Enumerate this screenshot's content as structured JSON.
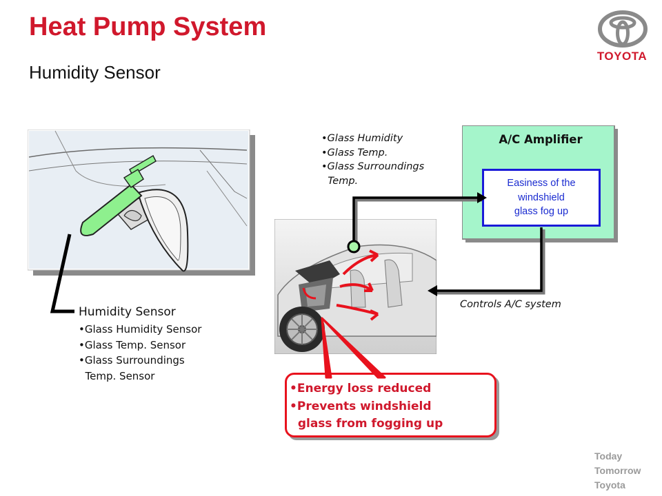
{
  "header": {
    "title": "Heat Pump System",
    "subtitle": "Humidity Sensor",
    "brand": "TOYOTA",
    "logo_icon": "toyota-emblem-icon"
  },
  "footer": {
    "tagline": [
      "Today",
      "Tomorrow",
      "Toyota"
    ]
  },
  "sensor_panel": {
    "caption": "Humidity Sensor",
    "items": [
      "•Glass Humidity Sensor",
      "•Glass Temp. Sensor",
      "•Glass Surroundings",
      "  Temp. Sensor"
    ]
  },
  "glass_inputs": {
    "items": [
      "•Glass Humidity",
      "•Glass Temp.",
      "•Glass Surroundings",
      "  Temp."
    ]
  },
  "amplifier": {
    "title": "A/C Amplifier",
    "function_lines": [
      "Easiness of the",
      "windshield",
      "glass fog up"
    ]
  },
  "controls_label": "Controls A/C system",
  "benefits": {
    "items": [
      "•Energy loss reduced",
      "•Prevents windshield",
      "  glass from fogging up"
    ]
  },
  "colors": {
    "title_red": "#d0182c",
    "amp_fill": "#a5f5cb",
    "amp_inner_border": "#1a1ad8",
    "sensor_green": "#8ef08e",
    "arrow_red": "#e8121d",
    "tagline_gray": "#9a9a9a"
  }
}
